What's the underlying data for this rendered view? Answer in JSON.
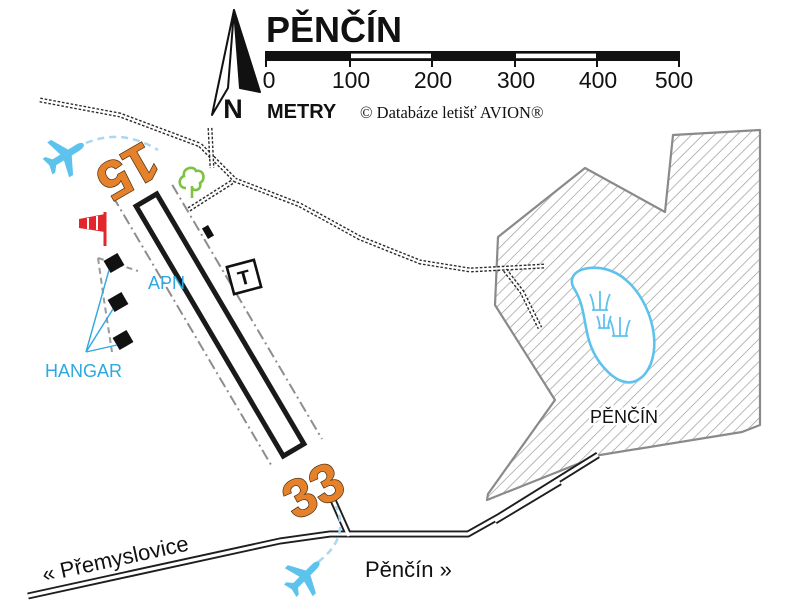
{
  "map": {
    "title": "PĚNČÍN",
    "north_label": "N",
    "scale": {
      "ticks": [
        "0",
        "100",
        "200",
        "300",
        "400",
        "500"
      ],
      "unit": "METRY"
    },
    "copyright": "© Databáze letišť AVION®",
    "runway": {
      "designator_north": "15",
      "designator_south": "33"
    },
    "labels": {
      "apron": "APN",
      "hangar": "HANGAR",
      "village": "PĚNČÍN",
      "road_west": "« Přemyslovice",
      "road_east": "Pěnčín »",
      "tower_symbol": "T"
    },
    "icons": [
      "north-arrow-icon",
      "plane-icon",
      "tree-icon",
      "windsock-icon",
      "hangar-icon",
      "pond-icon"
    ],
    "colors": {
      "runway_number": "#e4812a",
      "aviation_blue": "#2ea8e0",
      "approach_path": "#a9d8f0",
      "water": "#5ec3ec",
      "tree": "#7dc242",
      "windsock": "#e3262b",
      "hatch": "#9a9a9a"
    }
  }
}
